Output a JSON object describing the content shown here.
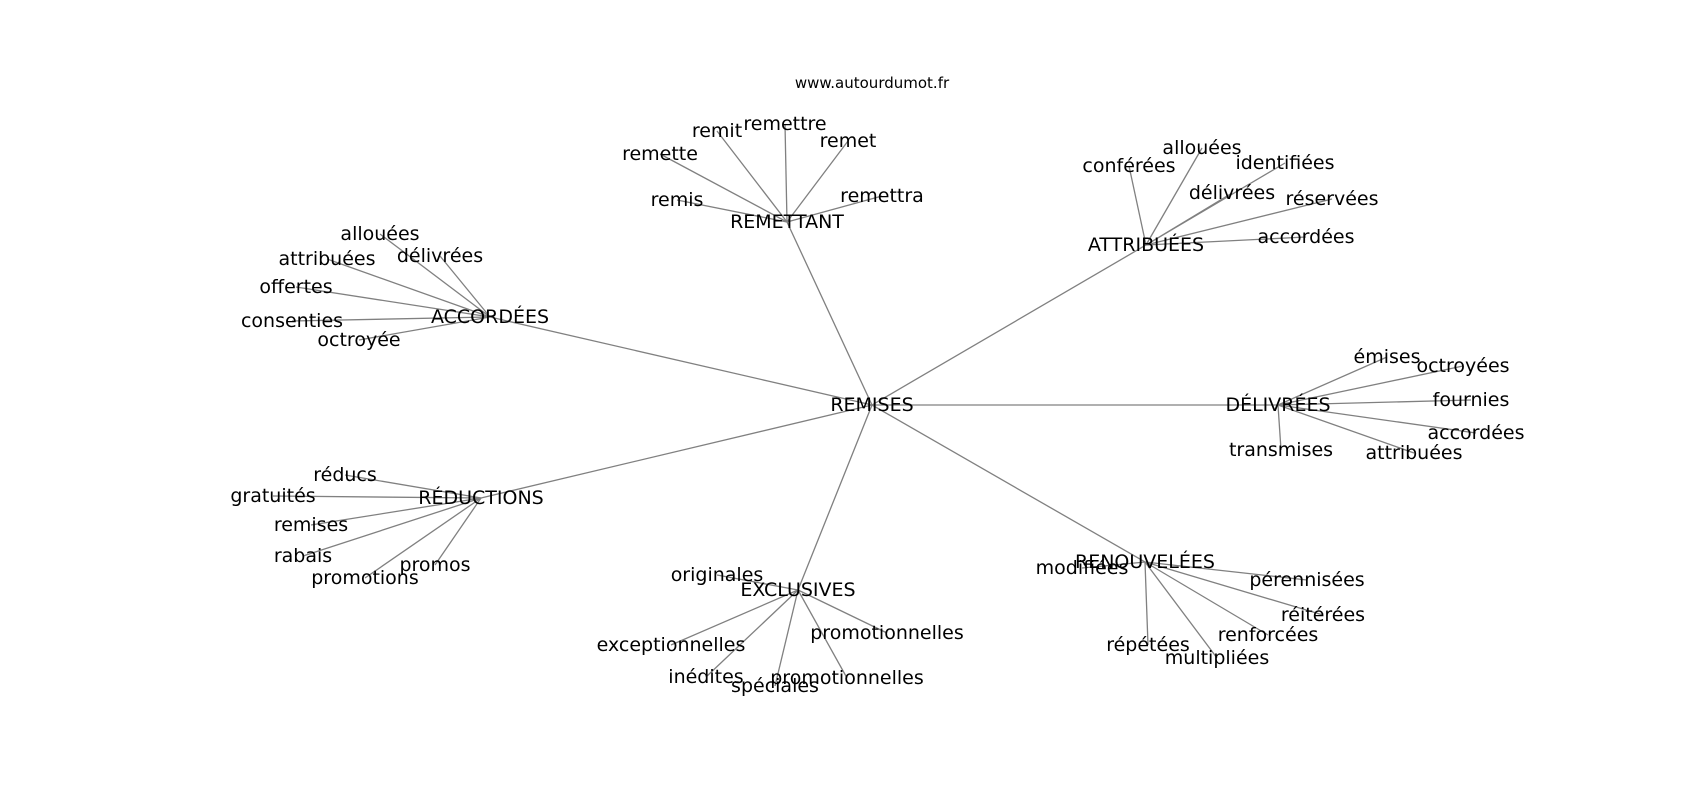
{
  "watermark": "www.autourdumot.fr",
  "edge_color": "#808080",
  "center": "REMISES",
  "clusters": [
    {
      "hub": "REMETTANT",
      "leaves": [
        "remit",
        "remettre",
        "remet",
        "remette",
        "remettra",
        "remis"
      ]
    },
    {
      "hub": "ATTRIBUÉES",
      "leaves": [
        "allouées",
        "conférées",
        "identifiées",
        "délivrées",
        "réservées",
        "accordées"
      ]
    },
    {
      "hub": "ACCORDÉES",
      "leaves": [
        "allouées",
        "attribuées",
        "délivrées",
        "offertes",
        "consenties",
        "octroyée"
      ]
    },
    {
      "hub": "DÉLIVRÉES",
      "leaves": [
        "émises",
        "octroyées",
        "fournies",
        "accordées",
        "attribuées",
        "transmises"
      ]
    },
    {
      "hub": "RÉDUCTIONS",
      "leaves": [
        "réducs",
        "gratuités",
        "remises",
        "rabais",
        "promotions",
        "promos"
      ]
    },
    {
      "hub": "EXCLUSIVES",
      "leaves": [
        "originales",
        "exceptionnelles",
        "promotionnelles",
        "inédites",
        "spéciales",
        "promotionnelles"
      ]
    },
    {
      "hub": "RENOUVELÉES",
      "leaves": [
        "modifiées",
        "pérennisées",
        "réitérées",
        "renforcées",
        "répétées",
        "multipliées"
      ]
    }
  ]
}
